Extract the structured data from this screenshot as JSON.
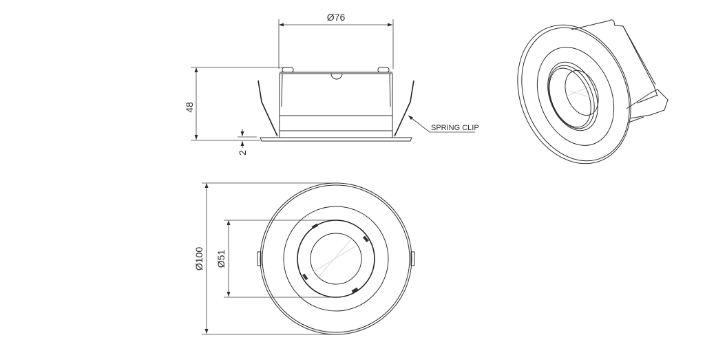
{
  "drawing": {
    "title": "Recessed downlight technical drawing",
    "views": [
      "side-elevation",
      "front-view",
      "isometric-view"
    ],
    "side_view": {
      "width_dimension": "Ø76",
      "height_dimension": "48",
      "flange_thickness_dimension": "2",
      "callout": "SPRING CLIP"
    },
    "front_view": {
      "outer_diameter_dimension": "Ø100",
      "inner_diameter_dimension": "Ø51"
    },
    "colors": {
      "line": "#2b2b2b",
      "background": "#ffffff",
      "construction": "#cfcfcf"
    }
  }
}
